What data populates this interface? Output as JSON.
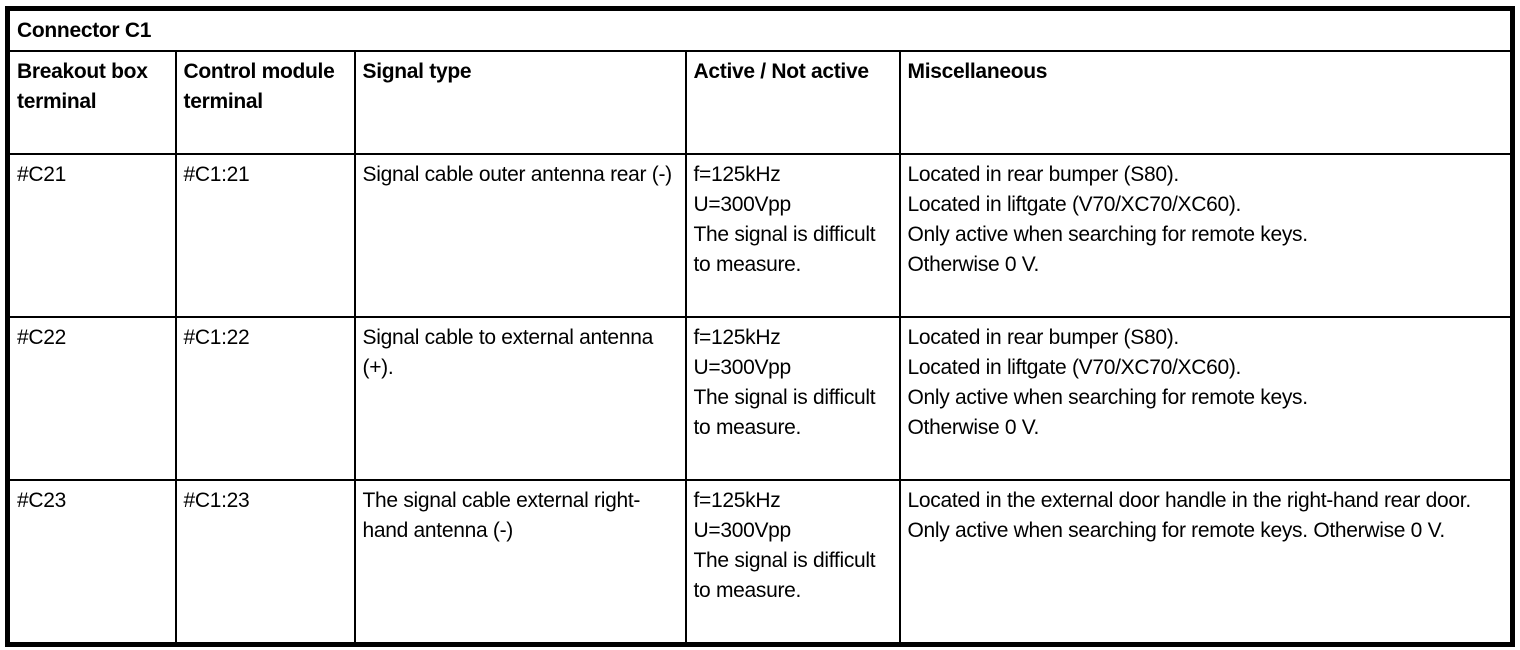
{
  "table": {
    "title": "Connector C1",
    "columns": [
      {
        "label": "Breakout box terminal"
      },
      {
        "label": "Control module terminal"
      },
      {
        "label": "Signal type"
      },
      {
        "label": "Active / Not active"
      },
      {
        "label": "Miscellaneous"
      }
    ],
    "rows": [
      {
        "breakout_box_terminal": "#C21",
        "control_module_terminal": "#C1:21",
        "signal_type": "Signal cable outer antenna rear (-)",
        "active_not_active": "f=125kHz\nU=300Vpp\nThe signal is difficult to measure.",
        "miscellaneous": "Located in rear bumper (S80).\nLocated in liftgate (V70/XC70/XC60).\nOnly active when searching for remote keys.\nOtherwise 0 V."
      },
      {
        "breakout_box_terminal": "#C22",
        "control_module_terminal": "#C1:22",
        "signal_type": "Signal cable to external antenna (+).",
        "active_not_active": "f=125kHz\nU=300Vpp\nThe signal is difficult to measure.",
        "miscellaneous": "Located in rear bumper (S80).\nLocated in liftgate (V70/XC70/XC60).\nOnly active when searching for remote keys.\nOtherwise 0 V."
      },
      {
        "breakout_box_terminal": "#C23",
        "control_module_terminal": "#C1:23",
        "signal_type": "The signal cable external right-hand antenna (-)",
        "active_not_active": "f=125kHz\nU=300Vpp\nThe signal is difficult to measure.",
        "miscellaneous": "Located in the external door handle in the right-hand rear door. Only active when searching for remote keys. Otherwise 0 V."
      }
    ]
  }
}
